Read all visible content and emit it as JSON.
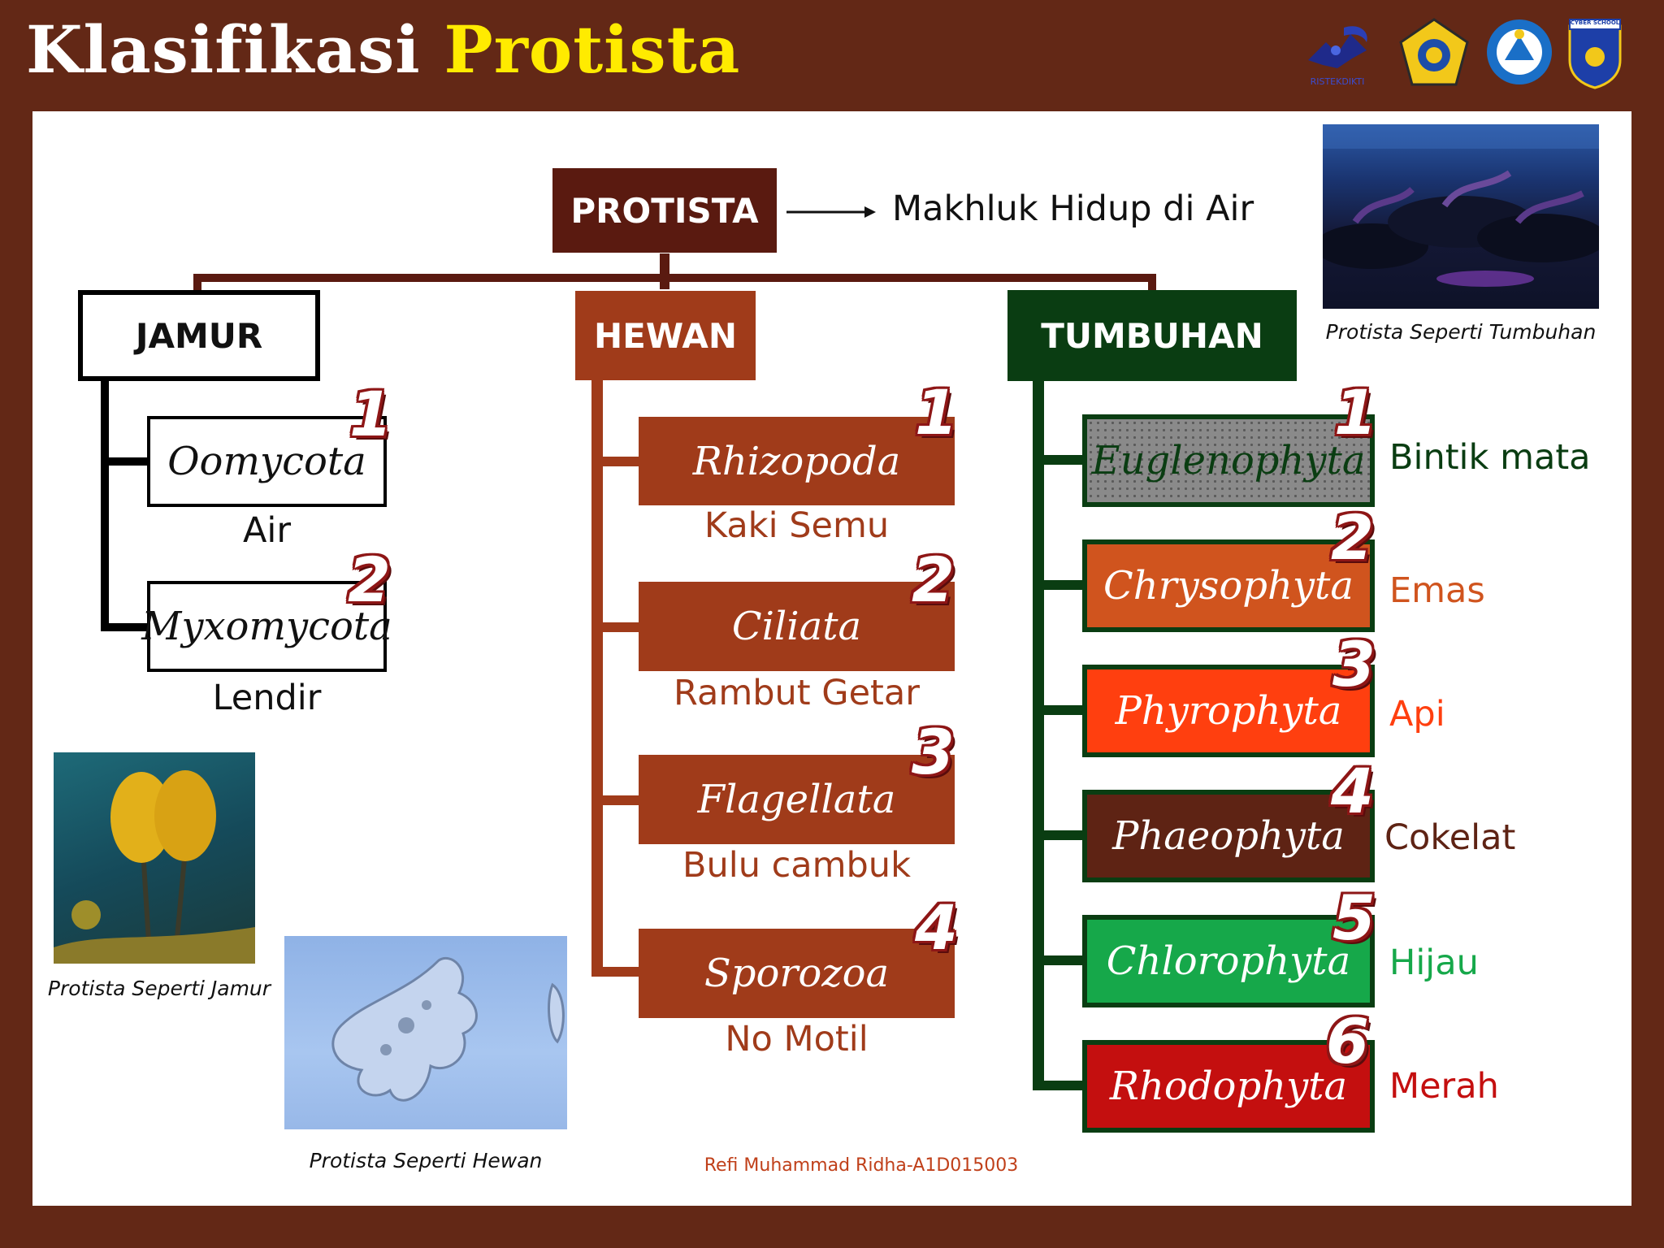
{
  "title": {
    "part1": "Klasifikasi",
    "part2": "Protista"
  },
  "logos": {
    "ristekdikti": "RISTEKDIKTI",
    "cyber_school": "CYBER SCHOOL"
  },
  "root": {
    "label": "PROTISTA",
    "note": "Makhluk Hidup di Air"
  },
  "groups": {
    "jamur": {
      "label": "JAMUR",
      "items": [
        {
          "name": "Oomycota",
          "desc": "Air",
          "num": "1"
        },
        {
          "name": "Myxomycota",
          "desc": "Lendir",
          "num": "2"
        }
      ]
    },
    "hewan": {
      "label": "HEWAN",
      "items": [
        {
          "name": "Rhizopoda",
          "desc": "Kaki Semu",
          "num": "1"
        },
        {
          "name": "Ciliata",
          "desc": "Rambut Getar",
          "num": "2"
        },
        {
          "name": "Flagellata",
          "desc": "Bulu cambuk",
          "num": "3"
        },
        {
          "name": "Sporozoa",
          "desc": "No Motil",
          "num": "4"
        }
      ]
    },
    "tumbuhan": {
      "label": "TUMBUHAN",
      "items": [
        {
          "name": "Euglenophyta",
          "desc": "Bintik mata",
          "num": "1"
        },
        {
          "name": "Chrysophyta",
          "desc": "Emas",
          "num": "2"
        },
        {
          "name": "Phyrophyta",
          "desc": "Api",
          "num": "3"
        },
        {
          "name": "Phaeophyta",
          "desc": "Cokelat",
          "num": "4"
        },
        {
          "name": "Chlorophyta",
          "desc": "Hijau",
          "num": "5"
        },
        {
          "name": "Rhodophyta",
          "desc": "Merah",
          "num": "6"
        }
      ]
    }
  },
  "captions": {
    "tumbuhan": "Protista Seperti Tumbuhan",
    "jamur": "Protista Seperti Jamur",
    "hewan": "Protista Seperti Hewan"
  },
  "author": "Refi Muhammad Ridha-A1D015003",
  "colors": {
    "frame": "#632816",
    "title_accent": "#ffeb00",
    "root": "#5a1a10",
    "hewan": "#a03b1a",
    "tumbuhan": "#0a3d12",
    "euglenophyta": "#8a8a8a",
    "chrysophyta": "#d0541e",
    "phyrophyta": "#ff3f0f",
    "phaeophyta": "#5e2314",
    "chlorophyta": "#16a84a",
    "rhodophyta": "#c40f0f"
  }
}
